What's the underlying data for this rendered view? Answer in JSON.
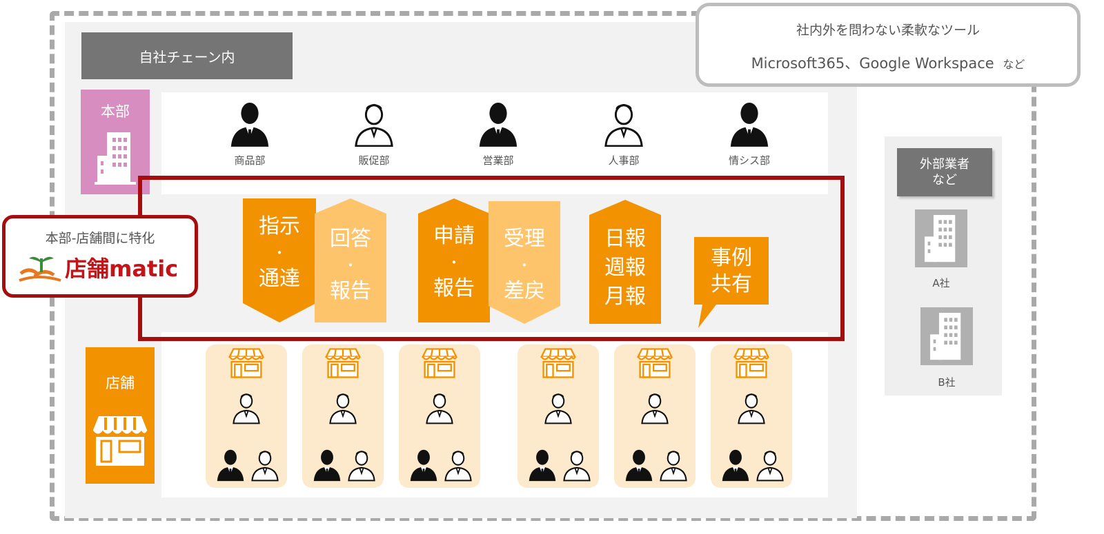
{
  "diagram": {
    "chain_label": "自社チェーン内",
    "tools": {
      "line1": "社内外を問わない柔軟なツール",
      "line2": "Microsoft365、Google Workspace",
      "line2_suffix": "など"
    },
    "hq_label": "本部",
    "store_label": "店舗",
    "departments": [
      "商品部",
      "販促部",
      "営業部",
      "人事部",
      "情シス部"
    ],
    "callout": {
      "caption": "本部-店舗間に特化",
      "logo_kanji": "店舗",
      "logo_latin": "matic"
    },
    "tags": {
      "instruct": [
        "指示",
        "・",
        "通達"
      ],
      "answer": [
        "回答",
        "・",
        "報告"
      ],
      "apply": [
        "申請",
        "・",
        "報告"
      ],
      "receive": [
        "受理",
        "・",
        "差戻"
      ],
      "reports": [
        "日報",
        "週報",
        "月報"
      ],
      "share": [
        "事例",
        "共有"
      ]
    },
    "vendors": {
      "label_line1": "外部業者",
      "label_line2": "など",
      "company_a": "A社",
      "company_b": "B社"
    },
    "colors": {
      "orange": "#f39200",
      "light_orange": "#fdc46b",
      "dark_red": "#a50e0e",
      "pink": "#d88dc0",
      "gray_label": "#757575"
    }
  }
}
